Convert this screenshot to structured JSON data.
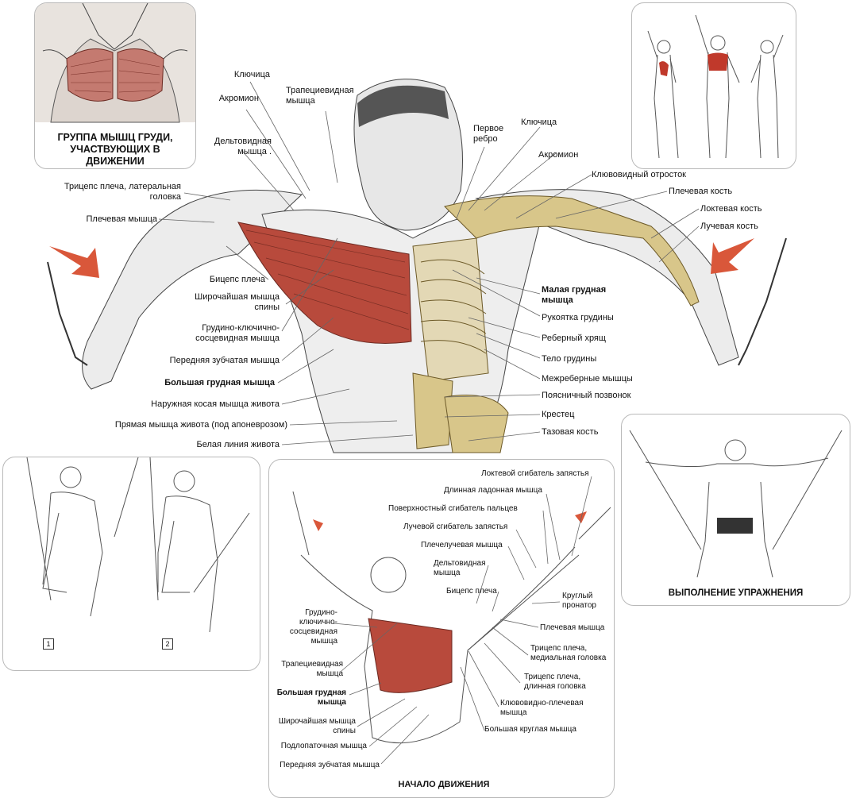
{
  "captions": {
    "chest_group": "ГРУППА МЫШЦ ГРУДИ, УЧАСТВУЮЩИХ В ДВИЖЕНИИ",
    "execution": "ВЫПОЛНЕНИЕ УПРАЖНЕНИЯ",
    "start": "НАЧАЛО ДВИЖЕНИЯ"
  },
  "steps": [
    "1",
    "2"
  ],
  "main_left": {
    "trapezius": "Трапециевидная\nмышца",
    "clavicle": "Ключица",
    "acromion": "Акромион",
    "deltoid": "Дельтовидная\nмышца .",
    "triceps_lateral": "Трицепс плеча, латеральная\nголовка",
    "brachialis": "Плечевая мышца",
    "biceps": "Бицепс плеча",
    "latissimus": "Широчайшая мышца\nспины",
    "scm": "Грудино-ключично-\nсосцевидная мышца",
    "serratus": "Передняя зубчатая мышца",
    "pectoralis_major": "Большая грудная мышца",
    "external_oblique": "Наружная косая мышца живота",
    "rectus": "Прямая мышца живота (под апоневрозом)",
    "linea_alba": "Белая линия живота"
  },
  "main_right": {
    "first_rib": "Первое\nребро",
    "clavicle": "Ключица",
    "acromion": "Акромион",
    "coracoid": "Клювовидный отросток",
    "humerus": "Плечевая кость",
    "ulna": "Локтевая кость",
    "radius": "Лучевая кость",
    "pectoralis_minor": "Малая грудная\nмышца",
    "manubrium": "Рукоятка грудины",
    "costal_cartilage": "Реберный хрящ",
    "sternum_body": "Тело грудины",
    "intercostal": "Межреберные мышцы",
    "lumbar": "Поясничный позвонок",
    "sacrum": "Крестец",
    "pelvis": "Тазовая кость"
  },
  "start_left": {
    "scm": "Грудино-\nключично-\nсосцевидная\nмышца",
    "trapezius": "Трапециевидная\nмышца",
    "pectoralis_major": "Большая грудная\nмышца",
    "latissimus": "Широчайшая мышца\nспины",
    "infraspinatus": "Подлопаточная мышца",
    "serratus": "Передняя зубчатая мышца"
  },
  "start_right": {
    "fcu": "Локтевой сгибатель запястья",
    "palmaris": "Длинная ладонная мышца",
    "fds": "Поверхностный сгибатель пальцев",
    "fcr": "Лучевой сгибатель запястья",
    "brachioradialis": "Плечелучевая мышца",
    "deltoid": "Дельтовидная\nмышца",
    "biceps": "Бицепс плеча",
    "pronator": "Круглый\nпронатор",
    "brachialis": "Плечевая мышца",
    "triceps_medial": "Трицепс плеча,\nмедиальная головка",
    "triceps_long": "Трицепс плеча,\nдлинная головка",
    "coracobrachialis": "Клювовидно-плечевая\nмышца",
    "teres_major": "Большая круглая мышца"
  },
  "colors": {
    "muscle_red": "#b84a3c",
    "bone": "#d8c68a",
    "arrow": "#d9573a",
    "skin_line": "#5a5a5a"
  }
}
